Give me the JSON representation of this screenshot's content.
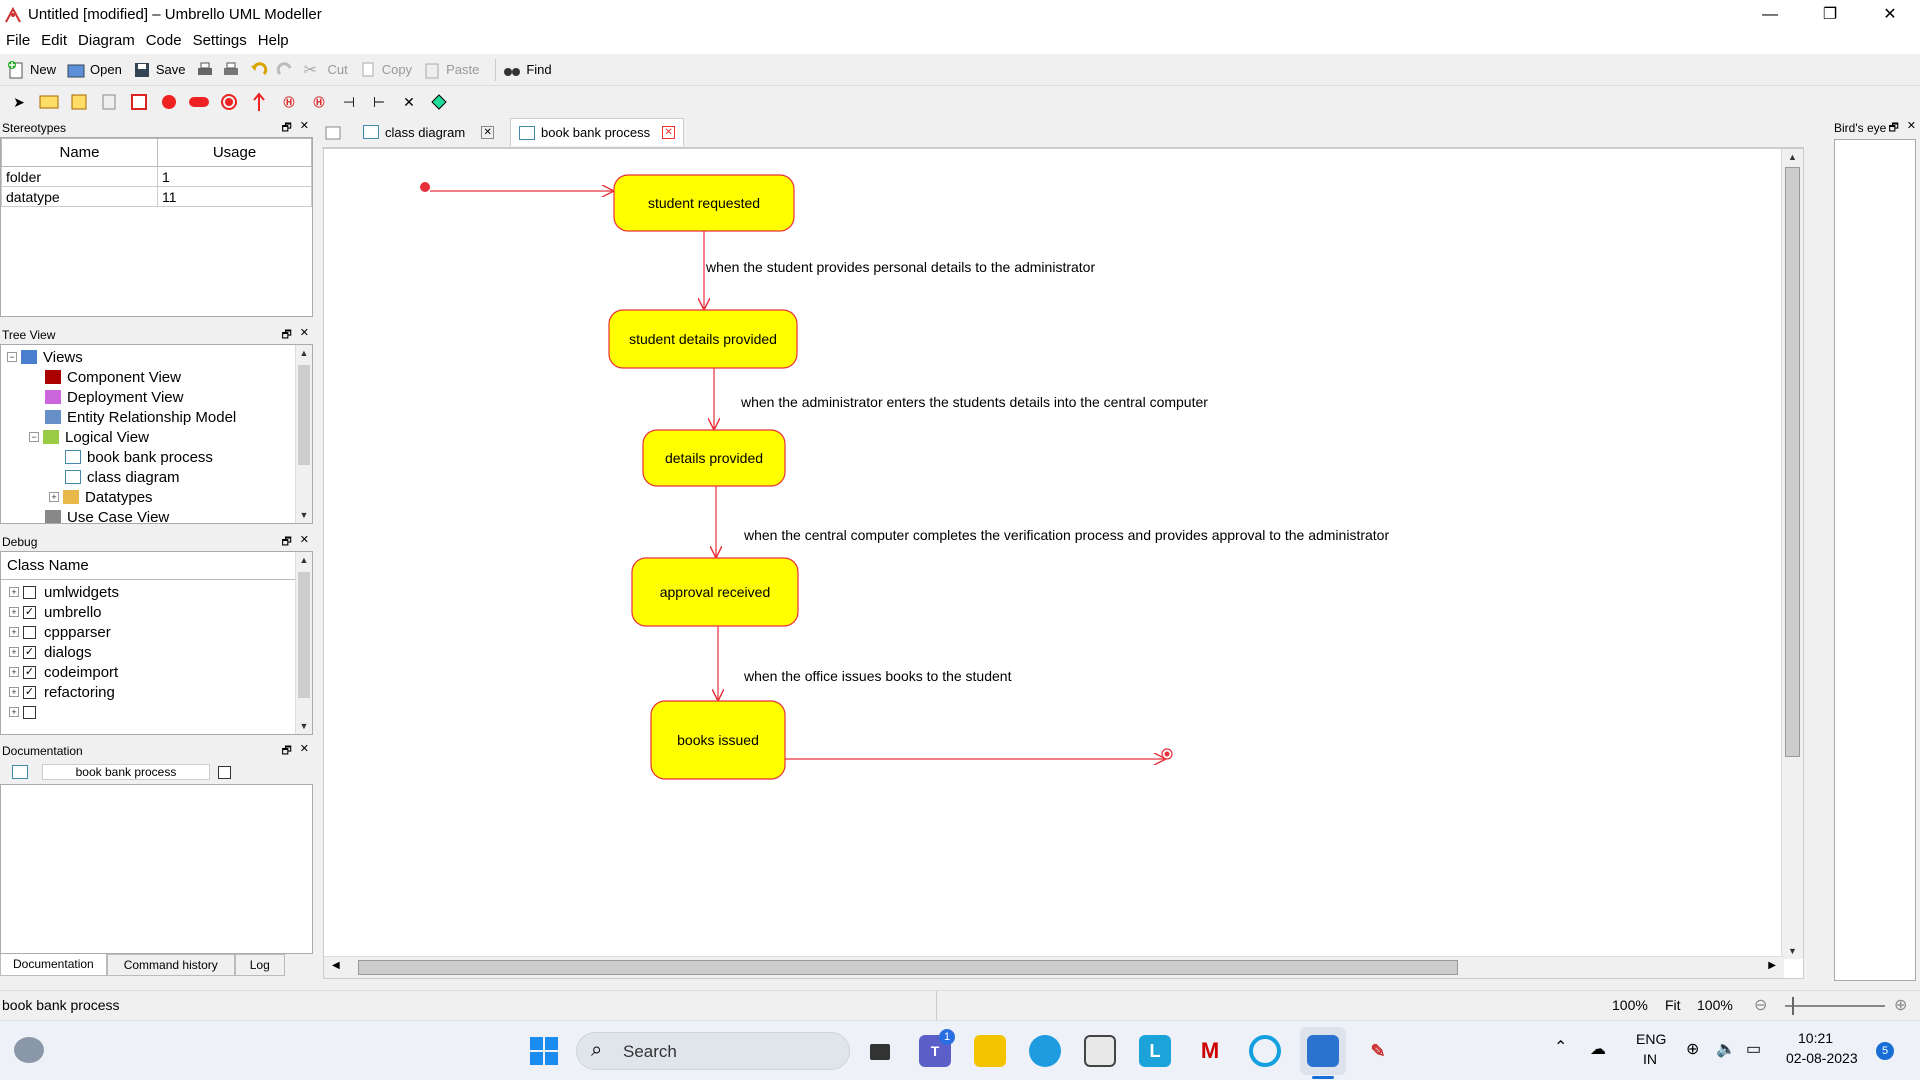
{
  "window": {
    "title": "Untitled [modified] – Umbrello UML Modeller",
    "minimize": "—",
    "maximize": "❐",
    "close": "✕"
  },
  "menubar": [
    "File",
    "Edit",
    "Diagram",
    "Code",
    "Settings",
    "Help"
  ],
  "toolbar": {
    "new": "New",
    "open": "Open",
    "save": "Save",
    "cut": "Cut",
    "copy": "Copy",
    "paste": "Paste",
    "find": "Find"
  },
  "stereotypes": {
    "title": "Stereotypes",
    "columns": [
      "Name",
      "Usage"
    ],
    "rows": [
      {
        "name": "folder",
        "usage": "1"
      },
      {
        "name": "datatype",
        "usage": "11"
      }
    ]
  },
  "tree_view": {
    "title": "Tree View",
    "items": [
      {
        "label": "Views"
      },
      {
        "label": "Component View"
      },
      {
        "label": "Deployment View"
      },
      {
        "label": "Entity Relationship Model"
      },
      {
        "label": "Logical View"
      },
      {
        "label": "book bank process"
      },
      {
        "label": "class diagram"
      },
      {
        "label": "Datatypes"
      },
      {
        "label": "Use Case View"
      }
    ]
  },
  "debug": {
    "title": "Debug",
    "column": "Class Name",
    "items": [
      {
        "label": "umlwidgets",
        "checked": false
      },
      {
        "label": "umbrello",
        "checked": true
      },
      {
        "label": "cppparser",
        "checked": false
      },
      {
        "label": "dialogs",
        "checked": true
      },
      {
        "label": "codeimport",
        "checked": true
      },
      {
        "label": "refactoring",
        "checked": true
      },
      {
        "label": "",
        "checked": false
      }
    ]
  },
  "documentation": {
    "title": "Documentation",
    "diagram_name": "book bank process",
    "tabs": [
      "Documentation",
      "Command history",
      "Log"
    ]
  },
  "tabs": [
    {
      "label": "class diagram"
    },
    {
      "label": "book bank process"
    }
  ],
  "birds_eye": {
    "title": "Bird's eye"
  },
  "diagram": {
    "states": [
      "student requested",
      "student details provided",
      "details provided",
      "approval received",
      "books issued"
    ],
    "transitions": [
      "when the student provides personal details to the administrator",
      "when the administrator enters the students details into the central computer",
      "when the central computer completes the verification process and provides approval to the administrator",
      "when the office issues books to the student"
    ],
    "state_fill": "#ffff00",
    "line_color": "#e8303a"
  },
  "statusbar": {
    "text": "book bank process",
    "zoom": "100%",
    "fit": "Fit",
    "zoom2": "100%"
  },
  "taskbar": {
    "search": "Search",
    "lang1": "ENG",
    "lang2": "IN",
    "time": "10:21",
    "date": "02-08-2023",
    "teams_badge": "1",
    "notif_badge": "5"
  }
}
